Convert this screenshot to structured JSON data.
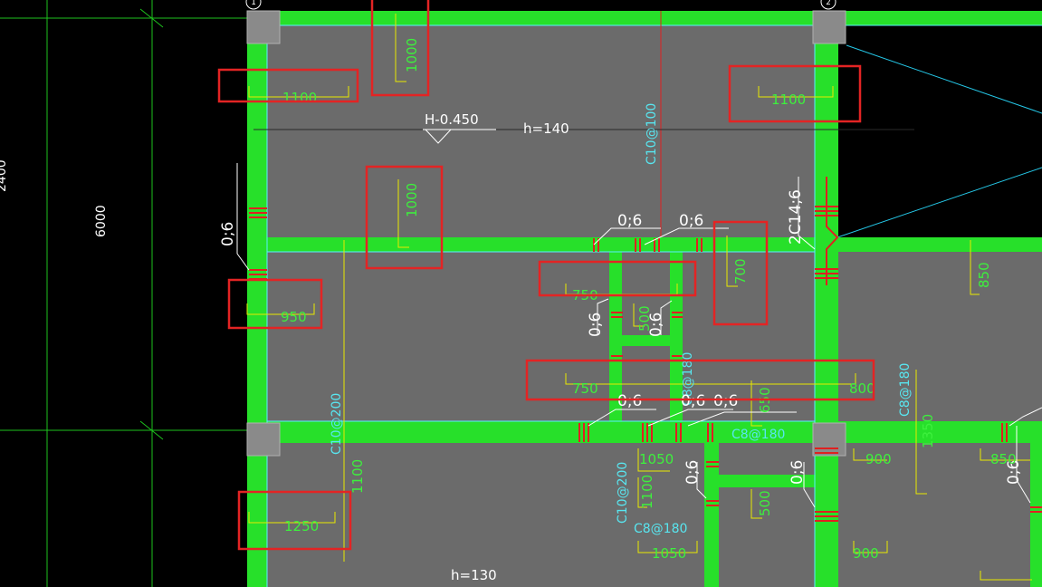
{
  "colors": {
    "background": "#000000",
    "slab": "#6b6b6b",
    "beam": "#27e02a",
    "beam_edge": "#58f0ff",
    "axis": "#1ec21e",
    "rebar": "#e02020",
    "dim": "#e8e800",
    "dim_text": "#3df03d",
    "rebar_label": "#58e6f0",
    "white_label": "#ffffff",
    "highlight": "#e32424",
    "column": "#8a8a8a",
    "guide": "#25c8e8"
  },
  "axis_bubbles": {
    "left": "1",
    "right": "2"
  },
  "span_label": "6000",
  "span_label_partial": "2400",
  "elevation_label": "H-0.450",
  "slab_thickness_upper": "h=140",
  "slab_thickness_lower": "h=130",
  "rebar_callouts": {
    "vertical_upper": "C10@100",
    "vertical_mid": "C8@180",
    "horizontal_mid": "C8@180",
    "left_lower": "C10@200",
    "lower_left_bar": "C10@200",
    "lower_horizontal": "C8@180",
    "right_mid": "C8@180",
    "diagonal_bar": "2C14;6"
  },
  "bar_marks": {
    "top_left_v": "0;6",
    "top_mid_a": "0;6",
    "top_mid_b": "0;6",
    "mid_left_v": "0;6",
    "mid_center_v": "0;6",
    "mid_row_a": "0;6",
    "mid_row_b": "0;6",
    "lower_center_v": "0;6",
    "lower_right_v": "0;6",
    "far_right_v": "0;6"
  },
  "dimensions": {
    "d1100_top_left": "1100",
    "d1000_top": "1000",
    "d1100_top_right": "1100",
    "d1000_mid": "1000",
    "d950": "950",
    "d750_upper": "750",
    "d700": "700",
    "d500_small": "500",
    "d850_right": "850",
    "d750_lower": "750",
    "d800": "800",
    "d650": "650",
    "d1050_a": "1050",
    "d900_a": "900",
    "d850_lower": "850",
    "d1100_left": "1100",
    "d1250": "1250",
    "d1100_lower": "1100",
    "d500_lower": "500",
    "d1050_b": "1050",
    "d900_b": "900",
    "d1350": "1350"
  }
}
